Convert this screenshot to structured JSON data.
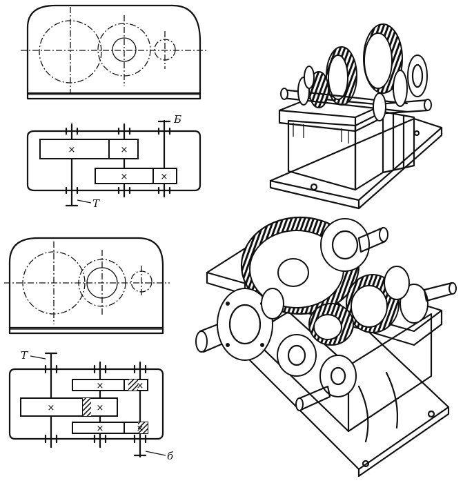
{
  "diagram": {
    "labels": {
      "top_input_shaft": "Б",
      "top_output_shaft": "Т",
      "bottom_output_shaft": "Т",
      "bottom_input_shaft": "б"
    },
    "gear_marker": "×",
    "colors": {
      "ink": "#111111",
      "paper": "#ffffff"
    }
  }
}
